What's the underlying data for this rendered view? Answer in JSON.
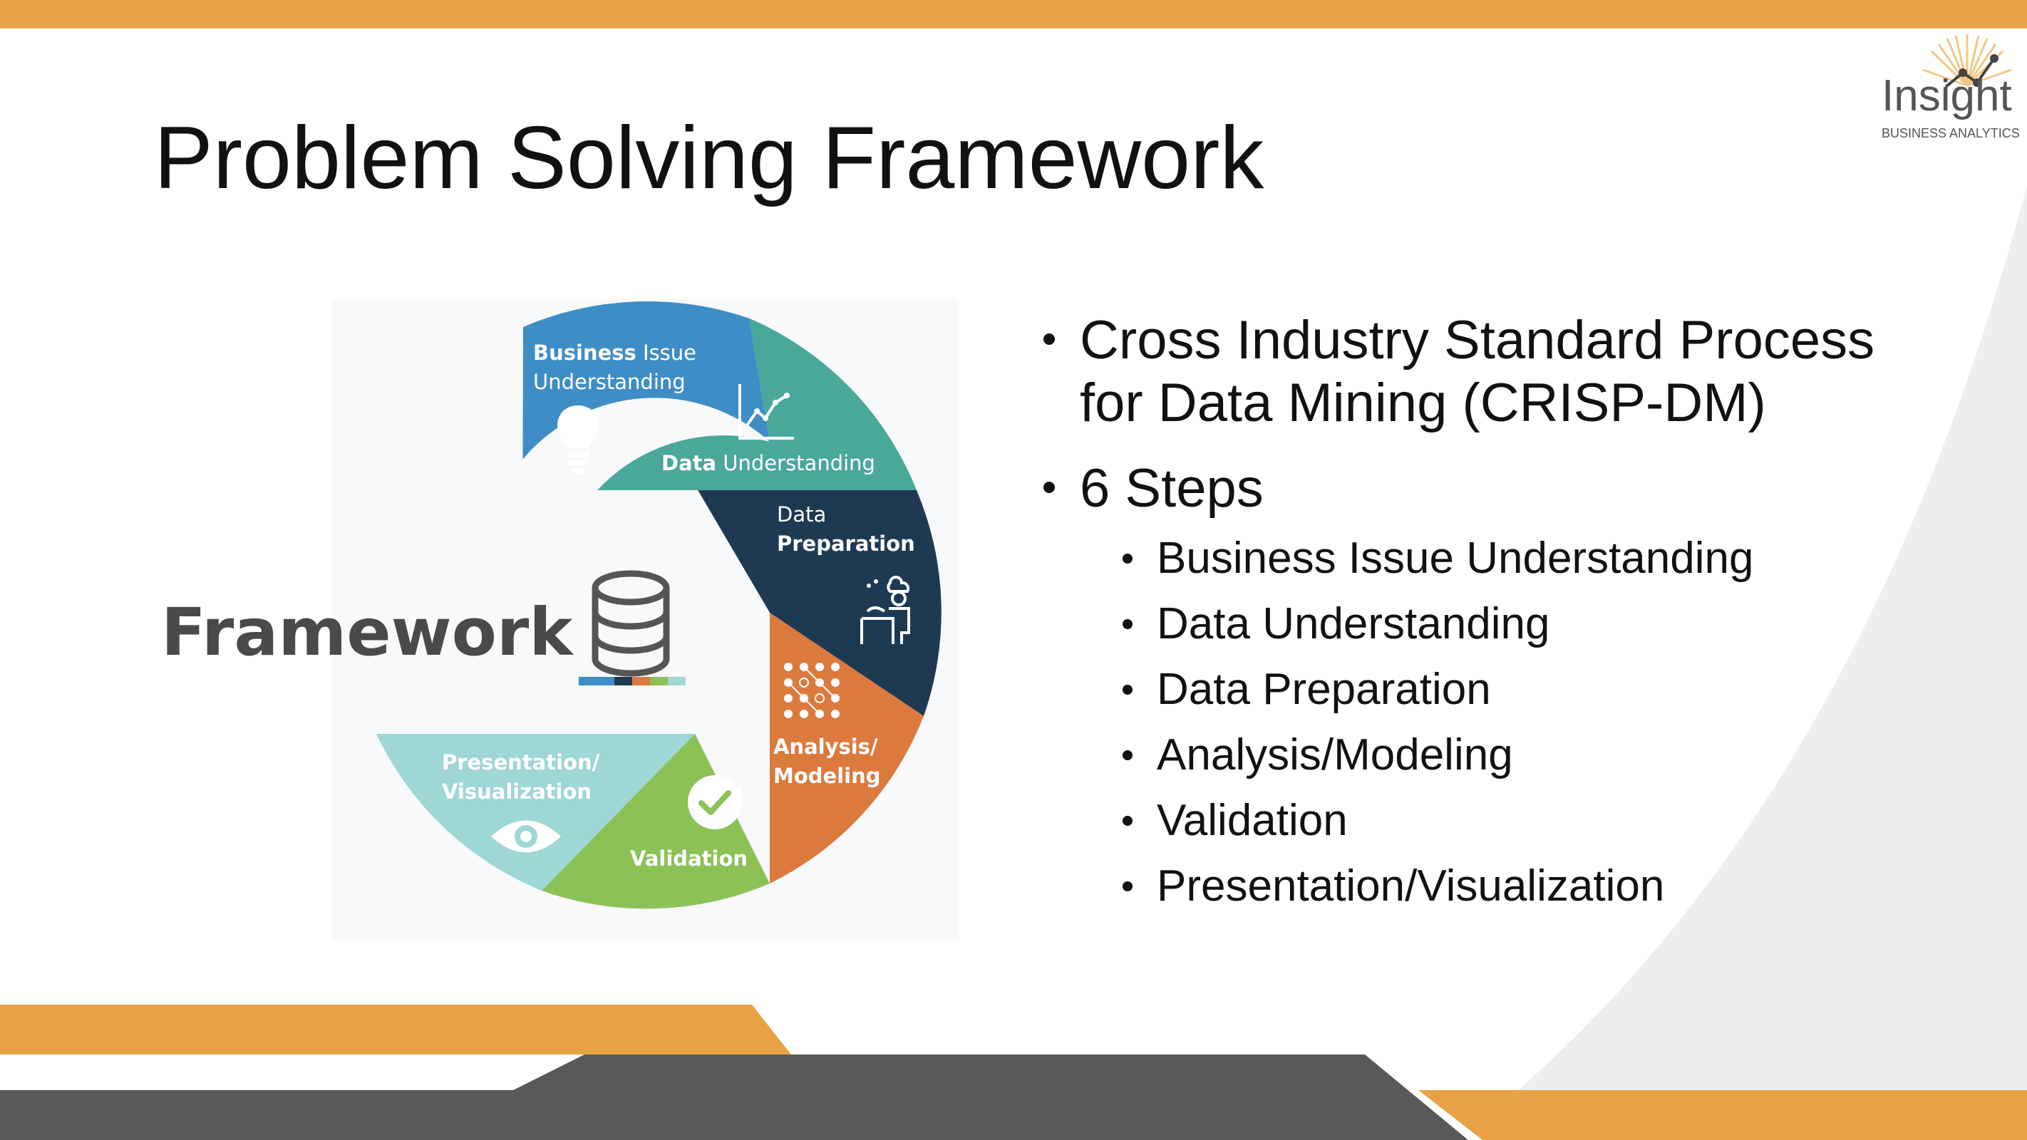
{
  "slide": {
    "title": "Problem Solving Framework",
    "colors": {
      "orange": "#E8A245",
      "dark_gray": "#58595B",
      "light_gray": "#EEEEEE"
    }
  },
  "logo": {
    "word": "Insight",
    "tagline": "BUSINESS ANALYTICS",
    "icon": "sunburst-trendline-icon"
  },
  "diagram": {
    "center_label": "Framework",
    "center_icon": "database-icon",
    "segments": [
      {
        "bold": "Business",
        "rest_line1": " Issue",
        "line2": "Understanding",
        "icon": "lightbulb-icon",
        "color": "#3F8DC6"
      },
      {
        "bold": "Data",
        "rest_line1": " Understanding",
        "icon": "line-chart-icon",
        "color": "#4AA89B"
      },
      {
        "line1": "Data",
        "bold": "Preparation",
        "icon": "chef-cooking-icon",
        "color": "#1E3A52"
      },
      {
        "bold_line1": "Analysis/",
        "bold_line2": "Modeling",
        "icon": "network-dots-icon",
        "color": "#DC7A3E"
      },
      {
        "bold": "Validation",
        "icon": "check-circle-icon",
        "color": "#8CC157"
      },
      {
        "bold_line1": "Presentation/",
        "bold_line2": "Visualization",
        "icon": "eye-icon",
        "color": "#9FD6D6"
      }
    ]
  },
  "bullets": {
    "level1": [
      "Cross Industry Standard Process",
      "for Data Mining (CRISP-DM)",
      "6 Steps"
    ],
    "steps": [
      "Business Issue Understanding",
      "Data Understanding",
      "Data Preparation",
      "Analysis/Modeling",
      "Validation",
      "Presentation/Visualization"
    ]
  }
}
